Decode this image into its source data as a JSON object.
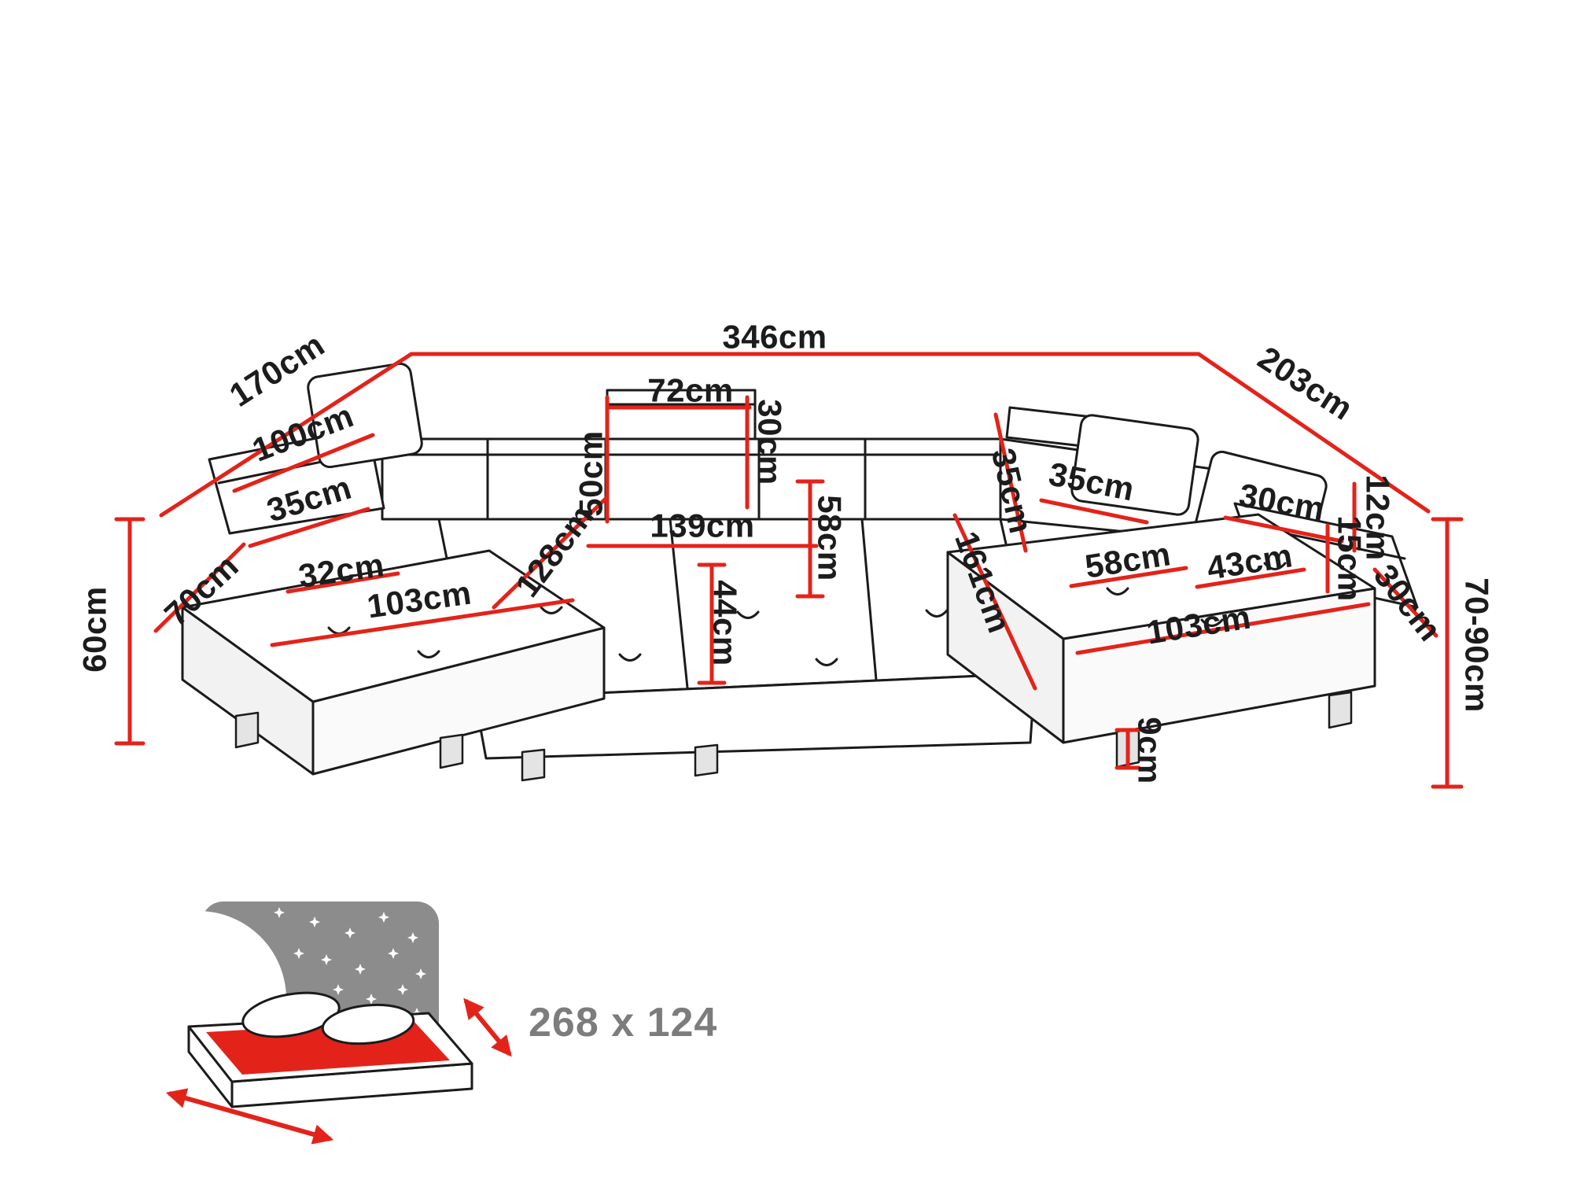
{
  "colors": {
    "dimension_line": "#e3231a",
    "label_text": "#1c1c1c",
    "sleeping_text": "#7c7c7c",
    "icon_gray": "#8c8c8c",
    "outline": "#1b1b1b"
  },
  "icons": {
    "sleeping_function": "bed-with-starry-headboard-icon"
  },
  "labels": {
    "total_back_width": "346cm",
    "left_depth": "170cm",
    "right_depth": "203cm",
    "left_armrest_length": "100cm",
    "left_armrest_height": "35cm",
    "headrest_width": "72cm",
    "headrest_height": "30cm",
    "backrest_height": "50cm",
    "center_seat_length": "139cm",
    "center_seat_depth": "58cm",
    "right_headrest_side": "35cm",
    "right_headrest_top": "35cm",
    "right_back_depth": "30cm",
    "right_arm_edge": "12cm",
    "right_arm_height": "15cm",
    "right_arm_width": "30cm",
    "overall_height": "70-90cm",
    "left_height": "60cm",
    "left_corner_depth": "70cm",
    "left_corner_width": "32cm",
    "left_chaise_width": "103cm",
    "left_chaise_length": "128cm",
    "right_chaise_length": "161cm",
    "right_seat_width": "58cm",
    "right_arm_length": "43cm",
    "right_chaise_width": "103cm",
    "seat_height": "44cm",
    "leg_height": "9cm",
    "sleeping_area": "268 x 124"
  }
}
